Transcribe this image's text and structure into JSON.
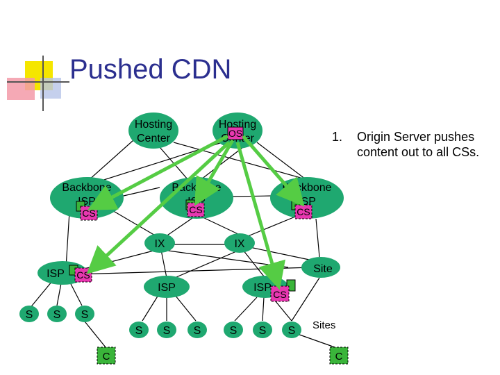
{
  "slide": {
    "title": "Pushed CDN",
    "note_number": "1.",
    "note_text": "Origin Server pushes content out to all CSs."
  },
  "diagram": {
    "hosting_center_1": "Hosting Center",
    "hosting_center_2": "Hosting Center",
    "origin_server": "OS",
    "backbone_isp_1": "Backbone ISP",
    "backbone_isp_2": "Backbone ISP",
    "backbone_isp_3": "Backbone ISP",
    "content_server": "CS",
    "ix": "IX",
    "isp": "ISP",
    "site": "Site",
    "server": "S",
    "sites": "Sites",
    "client": "C"
  },
  "colors": {
    "node_fill": "#1fa870",
    "title": "#2b2f8f",
    "cs_fill": "#e838b0",
    "os_fill": "#e838b0",
    "green_box": "#3ab43a",
    "arrow": "#55cc44"
  }
}
